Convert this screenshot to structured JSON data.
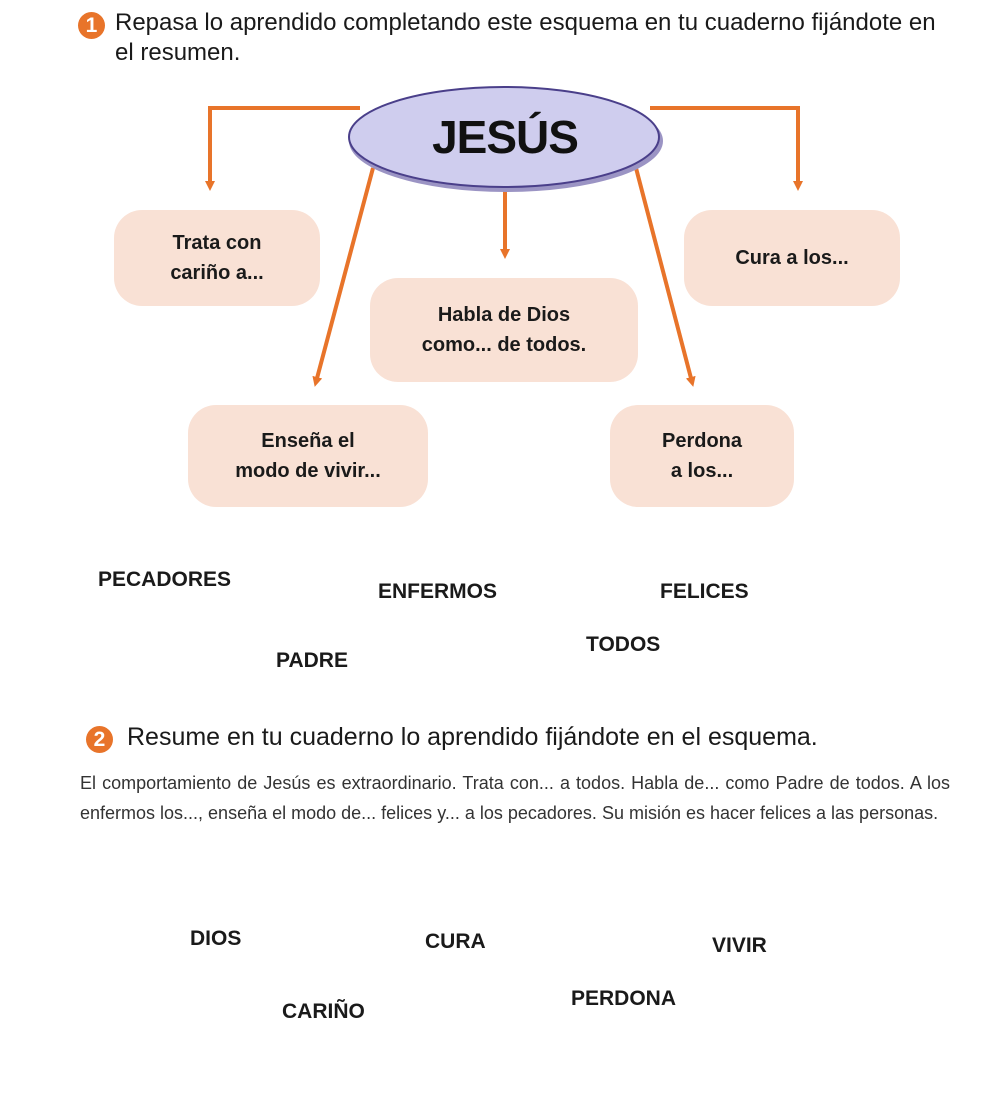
{
  "activity1": {
    "number": "1",
    "instruction": "Repasa lo aprendido completando este esquema en tu cuaderno fijándote en el resumen."
  },
  "concept_map": {
    "center": "JESÚS",
    "boxes": {
      "trata": "Trata con\ncariño a...",
      "cura": "Cura a los...",
      "habla": "Habla de Dios\ncomo... de todos.",
      "ensena": "Enseña el\nmodo de vivir...",
      "perdona": "Perdona\na los..."
    }
  },
  "word_bank1": [
    "PECADORES",
    "ENFERMOS",
    "FELICES",
    "PADRE",
    "TODOS"
  ],
  "activity2": {
    "number": "2",
    "instruction": "Resume en tu cuaderno lo aprendido fijándote en el esquema.",
    "paragraph": "El comportamiento de Jesús es extraordinario. Trata con... a todos. Habla de... como Padre de todos. A los enfermos los..., enseña el modo de... felices y... a los pecadores. Su misión es hacer felices a las personas."
  },
  "word_bank2": [
    "DIOS",
    "CURA",
    "VIVIR",
    "CARIÑO",
    "PERDONA"
  ],
  "colors": {
    "accent": "#e8742a",
    "box_fill": "#f9e1d5",
    "ellipse_fill": "#cfcdee",
    "ellipse_stroke": "#4a3f8a"
  }
}
